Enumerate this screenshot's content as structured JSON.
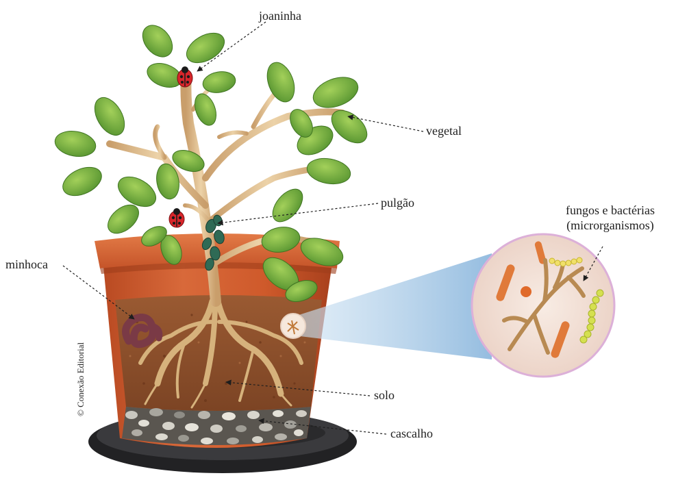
{
  "labels": {
    "joaninha": "joaninha",
    "vegetal": "vegetal",
    "pulgao": "pulgão",
    "minhoca": "minhoca",
    "fungos_line1": "fungos e bactérias",
    "fungos_line2": "(microrganismos)",
    "solo": "solo",
    "cascalho": "cascalho"
  },
  "credit": "© Conexão Editorial",
  "colors": {
    "pot": "#c8552a",
    "pot_rim": "#d9683a",
    "soil": "#8a4f2c",
    "gravel": "#9a9a94",
    "saucer": "#2d2d2f",
    "leaf": "#6fae3c",
    "stem": "#d9b98a",
    "magnifier_bg": "#f3e3da",
    "magnifier_ring": "#dcb0d8",
    "beam": "#a9cbe6",
    "ladybug": "#d8262b",
    "aphid": "#2f6a55",
    "worm": "#7a3a46"
  }
}
